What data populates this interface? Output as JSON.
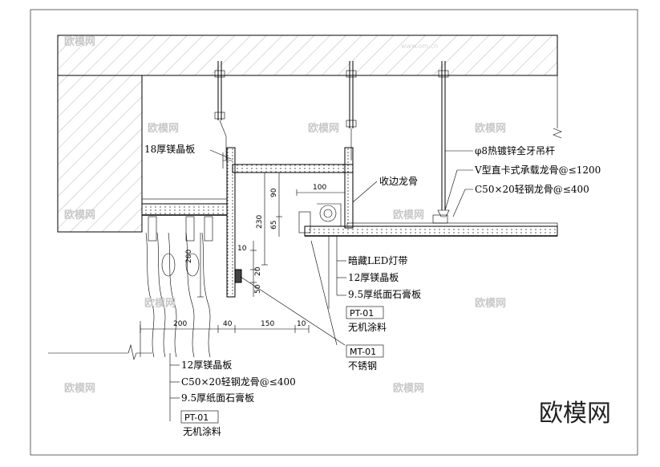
{
  "labels": {
    "board18": "18厚镁晶板",
    "edge_keel": "收边龙骨",
    "rod": "φ8热镀锌全牙吊杆",
    "v_keel": "V型直卡式承载龙骨@≤1200",
    "c50_right": "C50×20轻钢龙骨@≤400",
    "led": "暗藏LED灯带",
    "board12_right": "12厚镁晶板",
    "gypsum_right": "9.5厚纸面石膏板",
    "pt01_right_tag": "PT-01",
    "pt01_right_desc": "无机涂料",
    "mt01_tag": "MT-01",
    "mt01_desc": "不锈钢",
    "board12_left": "12厚镁晶板",
    "c50_left": "C50×20轻钢龙骨@≤400",
    "gypsum_left": "9.5厚纸面石膏板",
    "pt01_left_tag": "PT-01",
    "pt01_left_desc": "无机涂料"
  },
  "dimensions": {
    "d100": "100",
    "d90": "90",
    "d230": "230",
    "d65": "65",
    "d10a": "10",
    "d20": "20",
    "d200v": "200",
    "d50": "50",
    "d200h": "200",
    "d40": "40",
    "d150": "150",
    "d10b": "10"
  },
  "watermark": {
    "brand": "欧模网",
    "small": "欧模网",
    "url": "www.om.cn"
  }
}
